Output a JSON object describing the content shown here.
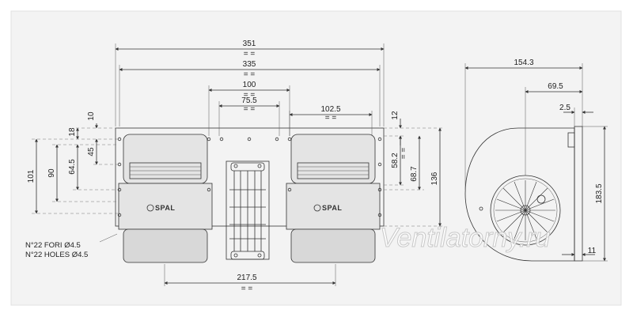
{
  "front_view": {
    "dimensions": {
      "overall_width": "351",
      "mount_width": "335",
      "center_spacing": "100",
      "inner_spacing": "75.5",
      "right_offset": "102.5",
      "bottom_spacing": "217.5",
      "top_margin": "10",
      "height_18": "18",
      "height_45": "45",
      "height_64_5": "64.5",
      "height_90": "90",
      "height_101": "101",
      "right_top": "12",
      "right_58_2": "58.2",
      "right_68_7": "68.7",
      "right_136": "136"
    },
    "holes_note_it": "N°22 FORI Ø4.5",
    "holes_note_en": "N°22 HOLES Ø4.5",
    "brand_left": "SPAL",
    "brand_right": "SPAL"
  },
  "side_view": {
    "dimensions": {
      "depth": "154.3",
      "depth_69_5": "69.5",
      "flange": "2.5",
      "height": "183.5",
      "bottom": "11"
    }
  },
  "watermark": "Ventilatorny.ru"
}
